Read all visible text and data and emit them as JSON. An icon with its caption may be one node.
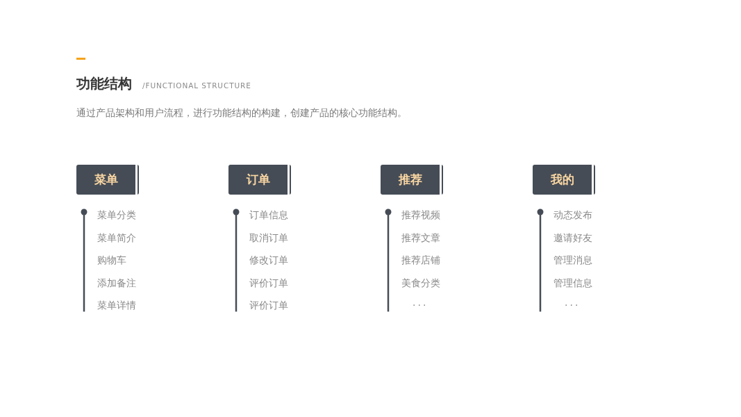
{
  "diagram": {
    "title": "功能结构",
    "nodes": [
      {
        "text": [
          "菜单"
        ],
        "beside": [
          "菜单分类",
          "菜单简介",
          "购物车",
          "添加备注",
          "菜单详情"
        ]
      },
      {
        "text": [
          "订单"
        ],
        "beside": [
          "订单信息",
          "取消订单",
          "修改订单",
          "评价订单",
          "评价订单"
        ]
      },
      {
        "text": [
          "推荐"
        ],
        "beside": [
          "推荐视频",
          "推荐文章",
          "推荐店铺",
          "美食分类",
          "···"
        ]
      },
      {
        "text": [
          "我的"
        ],
        "beside": [
          "动态发布",
          "邀请好友",
          "管理消息",
          "管理信息",
          "···"
        ]
      }
    ],
    "labels": [
      "/FUNCTIONAL STRUCTURE",
      "通过产品架构和用户流程，进行功能结构的构建，创建产品的核心功能结构。"
    ]
  }
}
